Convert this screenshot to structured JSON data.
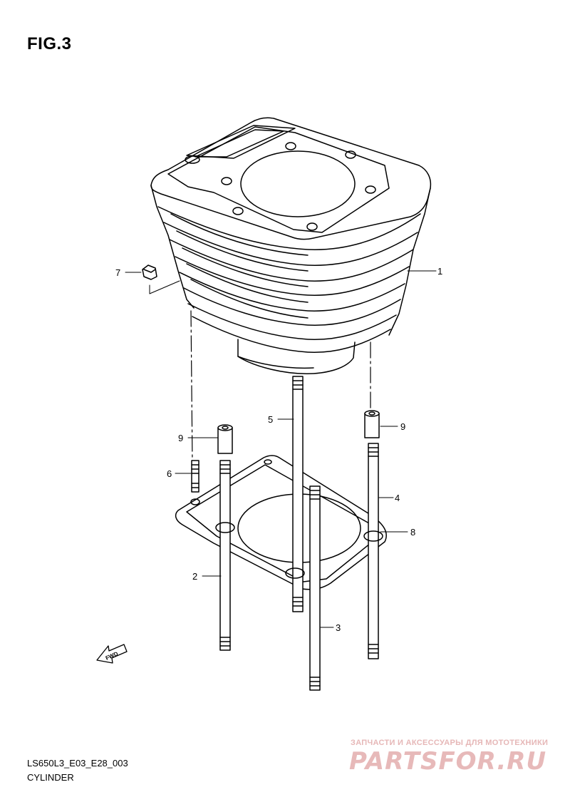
{
  "figure": {
    "title": "FIG.3"
  },
  "callouts": [
    "1",
    "2",
    "3",
    "4",
    "5",
    "6",
    "7",
    "8",
    "9",
    "9"
  ],
  "fwd_label": "FWD",
  "footer": {
    "code": "LS650L3_E03_E28_003",
    "name": "CYLINDER"
  },
  "watermark": {
    "tagline": "ЗАПЧАСТИ И АКСЕССУАРЫ ДЛЯ МОТОТЕХНИКИ",
    "logo": "PARTSFOR.RU"
  }
}
